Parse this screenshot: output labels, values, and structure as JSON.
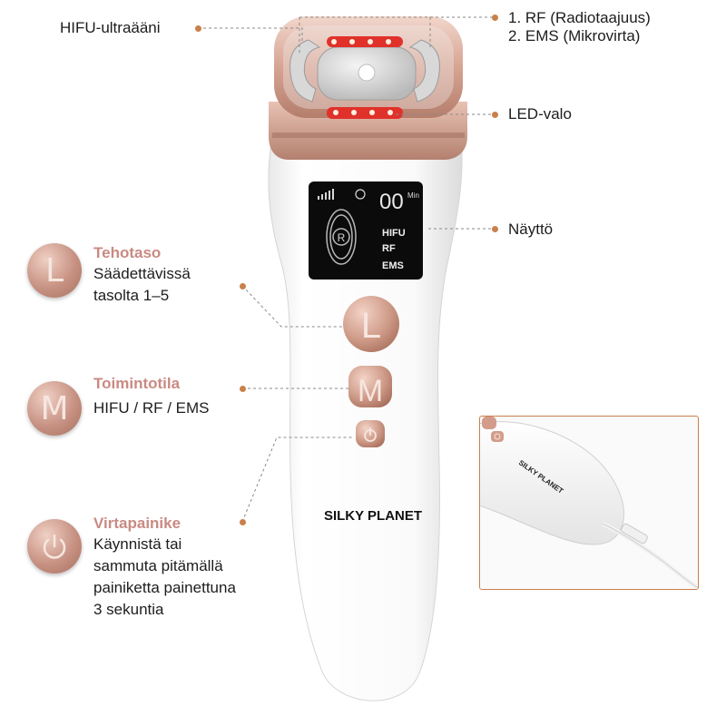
{
  "callouts": {
    "hifu": "HIFU-ultraääni",
    "rf": "1. RF (Radiotaajuus)",
    "ems": "2. EMS (Mikrovirta)",
    "led": "LED-valo",
    "display": "Näyttö"
  },
  "features": [
    {
      "icon_letter": "L",
      "icon": "level-letter-icon",
      "title": "Tehotaso",
      "desc_line1": "Säädettävissä",
      "desc_line2": "tasolta 1–5"
    },
    {
      "icon_letter": "M",
      "icon": "mode-letter-icon",
      "title": "Toimintotila",
      "desc_line1": "HIFU / RF / EMS"
    },
    {
      "icon": "power-icon",
      "title": "Virtapainike",
      "desc_line1": "Käynnistä tai",
      "desc_line2": "sammuta pitämällä",
      "desc_line3": "painiketta painettuna",
      "desc_line4": "3 sekuntia"
    }
  ],
  "device": {
    "brand": "SILKY PLANET",
    "screen": {
      "timer_digits": "00",
      "timer_unit": "Min",
      "modes": [
        "HIFU",
        "RF",
        "EMS"
      ],
      "center_letter": "R"
    },
    "buttons": {
      "level": "L",
      "mode": "M"
    }
  },
  "inset": {
    "brand": "SILKY PLANET"
  },
  "colors": {
    "accent": "#c9804a",
    "rose_gold": "#c79283",
    "led_red": "#e0312a",
    "title_pink": "#c98a82"
  }
}
